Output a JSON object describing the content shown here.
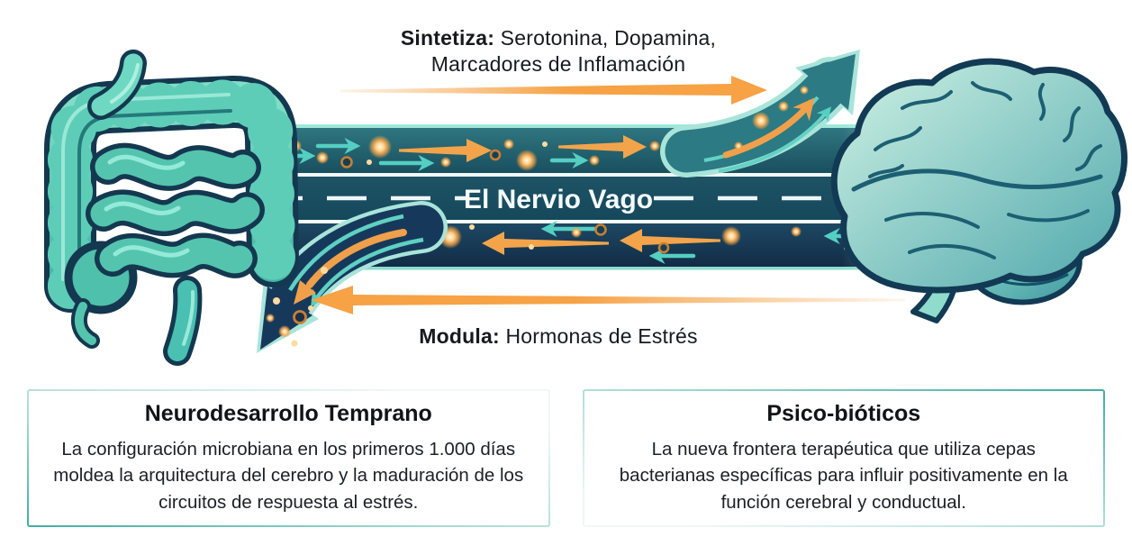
{
  "diagram": {
    "top_label": {
      "bold": "Sintetiza:",
      "rest": " Serotonina, Dopamina,",
      "line2": "Marcadores de Inflamación"
    },
    "pathway_label": "El Nervio Vago",
    "bottom_label": {
      "bold": "Modula:",
      "rest": " Hormonas de Estrés"
    },
    "icons": {
      "left": "intestine-illustration",
      "right": "brain-illustration",
      "up": "gut-to-brain-arrow",
      "down": "brain-to-gut-arrow"
    }
  },
  "cards": [
    {
      "title": "Neurodesarrollo Temprano",
      "body": "La configuración microbiana en los primeros 1.000 días moldea la arquitectura del cerebro y la maduración de los circuitos de respuesta al estrés."
    },
    {
      "title": "Psico-bióticos",
      "body": "La nueva frontera terapéutica que utiliza cepas bacterianas específicas para influir positivamente en la función cerebral y conductual."
    }
  ],
  "colors": {
    "illustration_teal": "#5ecdb7",
    "outline_navy": "#15384f",
    "band_teal": "#1c4f63",
    "band_navy": "#16395b",
    "edge_light_teal": "#9fe8da",
    "arrow_orange": "#f6a245",
    "small_arrow_teal": "#54cfc2",
    "card_border_teal": "#3fae9f",
    "text_dark": "#17191d",
    "pathway_text": "#f4fbfa"
  }
}
